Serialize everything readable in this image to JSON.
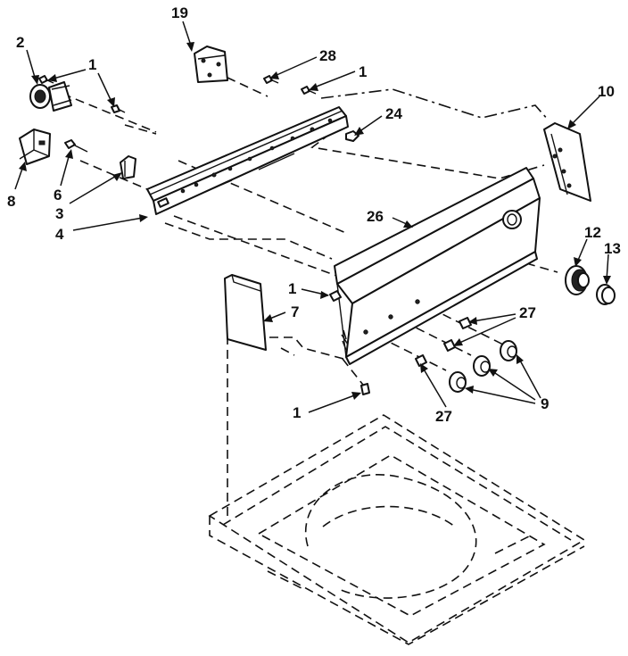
{
  "diagram": {
    "callouts": [
      {
        "key": "c19",
        "text": "19"
      },
      {
        "key": "c2",
        "text": "2"
      },
      {
        "key": "c1a",
        "text": "1"
      },
      {
        "key": "c28",
        "text": "28"
      },
      {
        "key": "c1b",
        "text": "1"
      },
      {
        "key": "c10",
        "text": "10"
      },
      {
        "key": "c24",
        "text": "24"
      },
      {
        "key": "c8",
        "text": "8"
      },
      {
        "key": "c6",
        "text": "6"
      },
      {
        "key": "c3",
        "text": "3"
      },
      {
        "key": "c4",
        "text": "4"
      },
      {
        "key": "c26",
        "text": "26"
      },
      {
        "key": "c12",
        "text": "12"
      },
      {
        "key": "c13",
        "text": "13"
      },
      {
        "key": "c1c",
        "text": "1"
      },
      {
        "key": "c7",
        "text": "7"
      },
      {
        "key": "c27a",
        "text": "27"
      },
      {
        "key": "c9",
        "text": "9"
      },
      {
        "key": "c1d",
        "text": "1"
      },
      {
        "key": "c27b",
        "text": "27"
      }
    ]
  }
}
